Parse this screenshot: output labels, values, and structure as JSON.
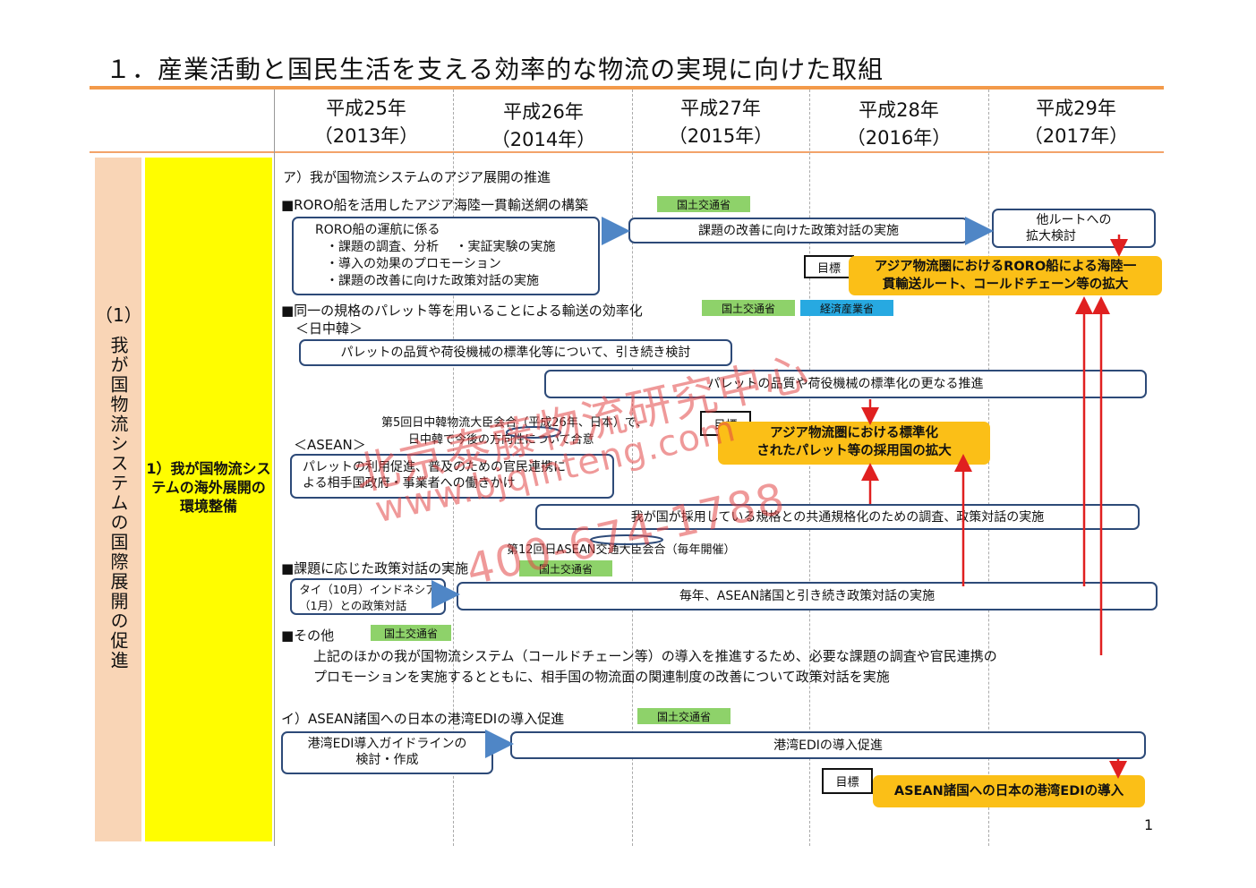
{
  "title": "１．産業活動と国民生活を支える効率的な物流の実現に向けた取組",
  "years": [
    {
      "era": "平成25年",
      "ad": "（2013年）"
    },
    {
      "era": "平成26年",
      "ad": "（2014年）"
    },
    {
      "era": "平成27年",
      "ad": "（2015年）"
    },
    {
      "era": "平成28年",
      "ad": "（2016年）"
    },
    {
      "era": "平成29年",
      "ad": "（2017年）"
    }
  ],
  "category": {
    "number": "（1）",
    "vertical": "我が国物流システムの国際展開の促進",
    "sub": "1）我が国物流システムの海外展開の環境整備"
  },
  "tags": {
    "mlit": "国土交通省",
    "meti": "経済産業省",
    "goal": "目標"
  },
  "sectionA": {
    "heading": "ア）我が国物流システムのアジア展開の推進",
    "roro": {
      "heading": "■RORO船を活用したアジア海陸一貫輸送網の構築",
      "box_lines": [
        "RORO船の運航に係る",
        "・課題の調査、分析　 ・実証実験の実施",
        "・導入の効果のプロモーション",
        "・課題の改善に向けた政策対話の実施"
      ],
      "dialogue": "課題の改善に向けた政策対話の実施",
      "expand_lines": [
        "他ルートへの",
        "拡大検討"
      ],
      "target_lines": [
        "アジア物流圏におけるRORO船による海陸一",
        "貫輸送ルート、コールドチェーン等の拡大"
      ]
    },
    "pallet": {
      "heading": "■同一の規格のパレット等を用いることによる輸送の効率化",
      "cjk_label": "＜日中韓＞",
      "cjk_box1": "パレットの品質や荷役機械の標準化等について、引き続き検討",
      "cjk_box2": "パレットの品質や荷役機械の標準化の更なる推進",
      "meeting_lines": [
        "第5回日中韓物流大臣会合（平成26年、日本）で、",
        "日中韓で今後の方向性について合意"
      ],
      "target_lines": [
        "アジア物流圏における標準化",
        "されたパレット等の採用国の拡大"
      ],
      "asean_label": "＜ASEAN＞",
      "asean_box_lines": [
        "パレットの利用促進、普及のための官民連携に",
        "よる相手国政府・事業者への働きかけ"
      ],
      "asean_box2": "我が国が採用している規格との共通規格化のための調査、政策対話の実施",
      "asean_meeting": "第12回日ASEAN交通大臣会合（毎年開催）"
    },
    "policy": {
      "heading": "■課題に応じた政策対話の実施",
      "box_lines": [
        "タイ（10月）インドネシア",
        "（1月）との政策対話"
      ],
      "dialogue": "毎年、ASEAN諸国と引き続き政策対話の実施"
    },
    "other": {
      "heading": "■その他",
      "lines": [
        "上記のほかの我が国物流システム（コールドチェーン等）の導入を推進するため、必要な課題の調査や官民連携の",
        "プロモーションを実施するとともに、相手国の物流面の関連制度の改善について政策対話を実施"
      ]
    }
  },
  "sectionB": {
    "heading": "イ）ASEAN諸国への日本の港湾EDIの導入促進",
    "box_lines": [
      "港湾EDI導入ガイドラインの",
      "検討・作成"
    ],
    "promote": "港湾EDIの導入促進",
    "target": "ASEAN諸国への日本の港湾EDIの導入"
  },
  "watermark": {
    "cn": "北京泰藤物流研究中心",
    "url": "www.bjqinteng.com",
    "phone": "400-674-1788"
  },
  "page_number": "1",
  "colors": {
    "accent_orange": "#f39a4a",
    "arrow_blue": "#4f86c6",
    "arrow_red": "#e02020",
    "target_orange": "#fbbf17",
    "tag_green": "#8ed26a",
    "tag_blue": "#27a9e1",
    "yellow": "#fffd00",
    "peach": "#f9d5b6"
  }
}
